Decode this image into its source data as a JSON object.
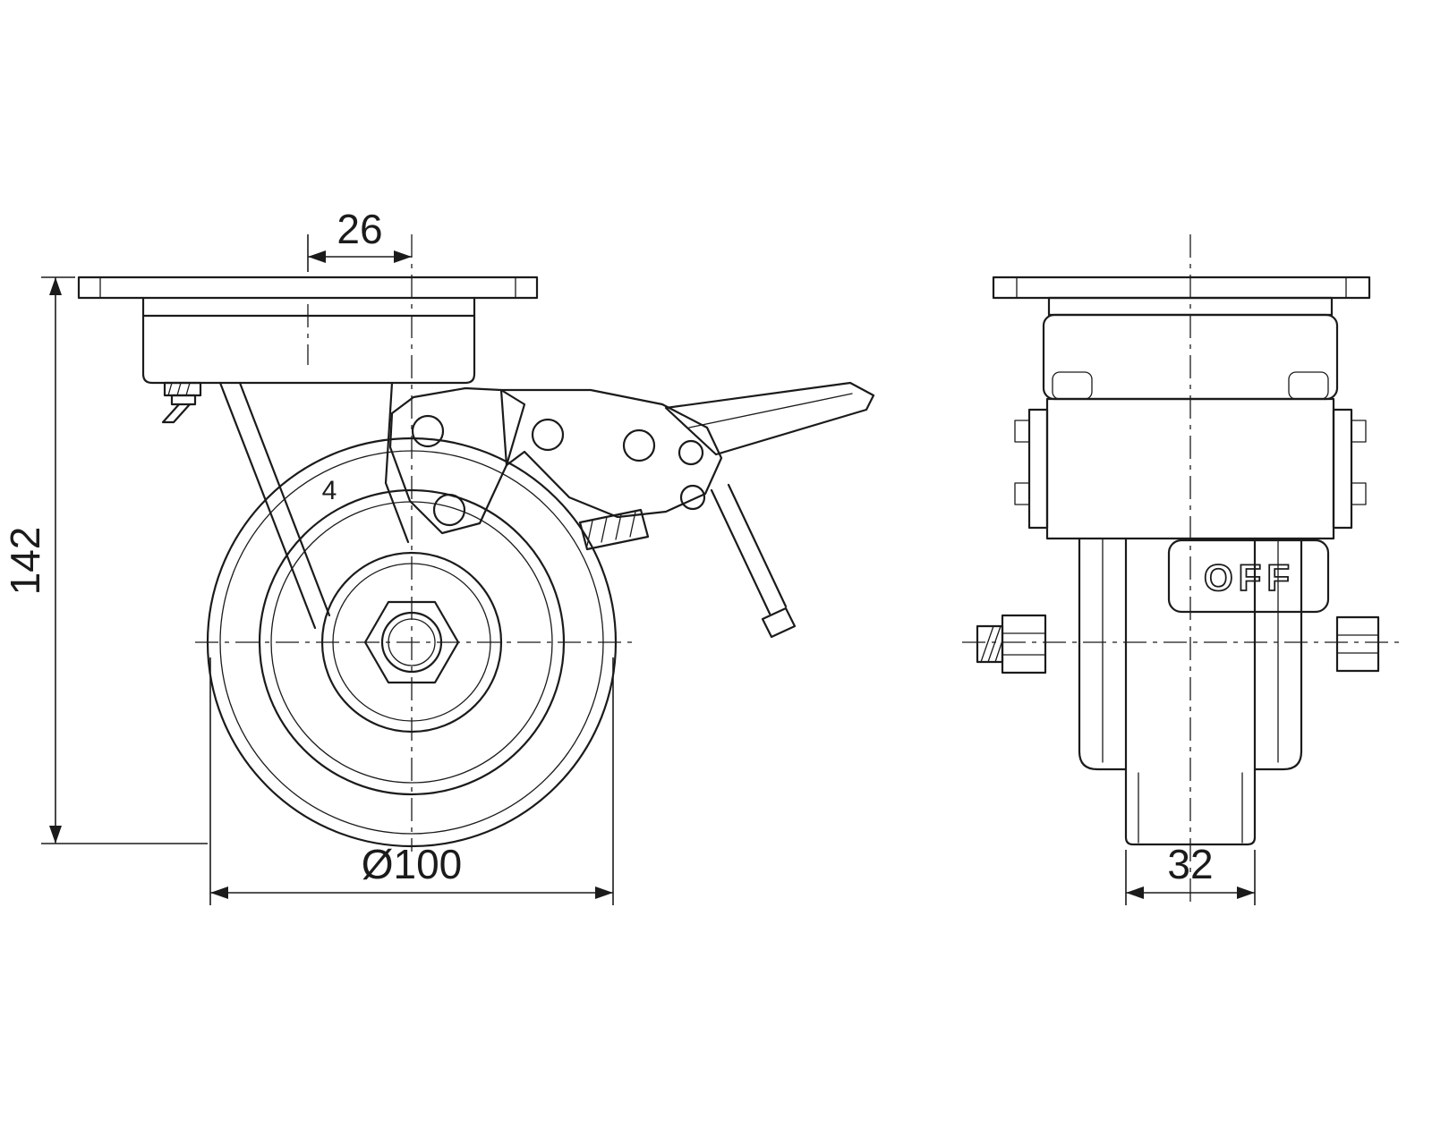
{
  "drawing": {
    "dimensions": {
      "top_offset": "26",
      "overall_height": "142",
      "wheel_diameter": "Ø100",
      "wheel_width": "32"
    },
    "labels": {
      "brake_pedal": "OFF",
      "fork_mark": "4"
    },
    "colors": {
      "line": "#1b1b1b",
      "background": "#ffffff"
    }
  }
}
